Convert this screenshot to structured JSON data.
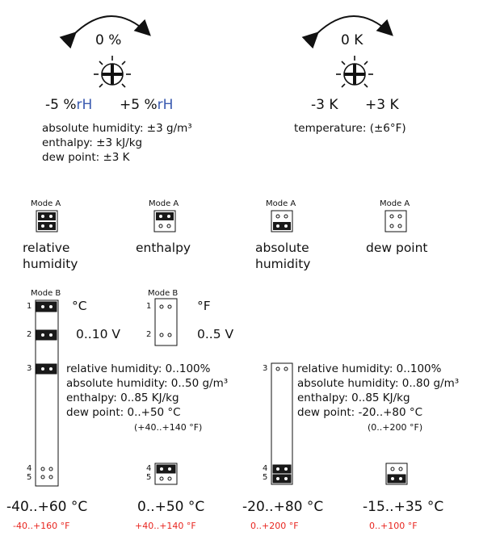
{
  "top": {
    "humidity": {
      "center": "0 %",
      "minus": "-5 %",
      "plus": "+5 %",
      "unit": "rH",
      "notes": [
        "absolute humidity: ±3 g/m³",
        "enthalpy: ±3 kJ/kg",
        "dew point: ±3 K"
      ]
    },
    "temperature": {
      "center": "0 K",
      "minus": "-3 K",
      "plus": "+3 K",
      "note": "temperature: (±6°F)"
    }
  },
  "mode_a": {
    "title": "Mode A",
    "items": [
      {
        "label1": "relative",
        "label2": "humidity"
      },
      {
        "label1": "enthalpy",
        "label2": ""
      },
      {
        "label1": "absolute",
        "label2": "humidity"
      },
      {
        "label1": "dew point",
        "label2": ""
      }
    ]
  },
  "mode_b": {
    "title": "Mode B",
    "pin_labels": [
      "1",
      "2",
      "3",
      "4",
      "5"
    ],
    "unit_c": "°C",
    "unit_f": "°F",
    "out_v10": "0..10 V",
    "out_v5": "0..5 V",
    "range_a": {
      "lines": [
        "relative humidity: 0..100%",
        "absolute humidity: 0..50 g/m³",
        "enthalpy: 0..85 KJ/kg",
        "dew point: 0..+50 °C"
      ],
      "sub": "(+40..+140 °F)"
    },
    "range_b": {
      "lines": [
        "relative humidity: 0..100%",
        "absolute humidity: 0..80 g/m³",
        "enthalpy: 0..85 KJ/kg",
        "dew point: -20..+80 °C"
      ],
      "sub": "(0..+200 °F)"
    }
  },
  "temp_ranges": [
    {
      "c": "-40..+60 °C",
      "f": "-40..+160 °F"
    },
    {
      "c": "0..+50 °C",
      "f": "+40..+140 °F"
    },
    {
      "c": "-20..+80 °C",
      "f": "0..+200  °F"
    },
    {
      "c": "-15..+35 °C",
      "f": "0..+100  °F"
    }
  ],
  "colors": {
    "accent_red": "#e8251f",
    "unit_blue": "#3b5bb0",
    "jumper": "#1a1a1a"
  }
}
